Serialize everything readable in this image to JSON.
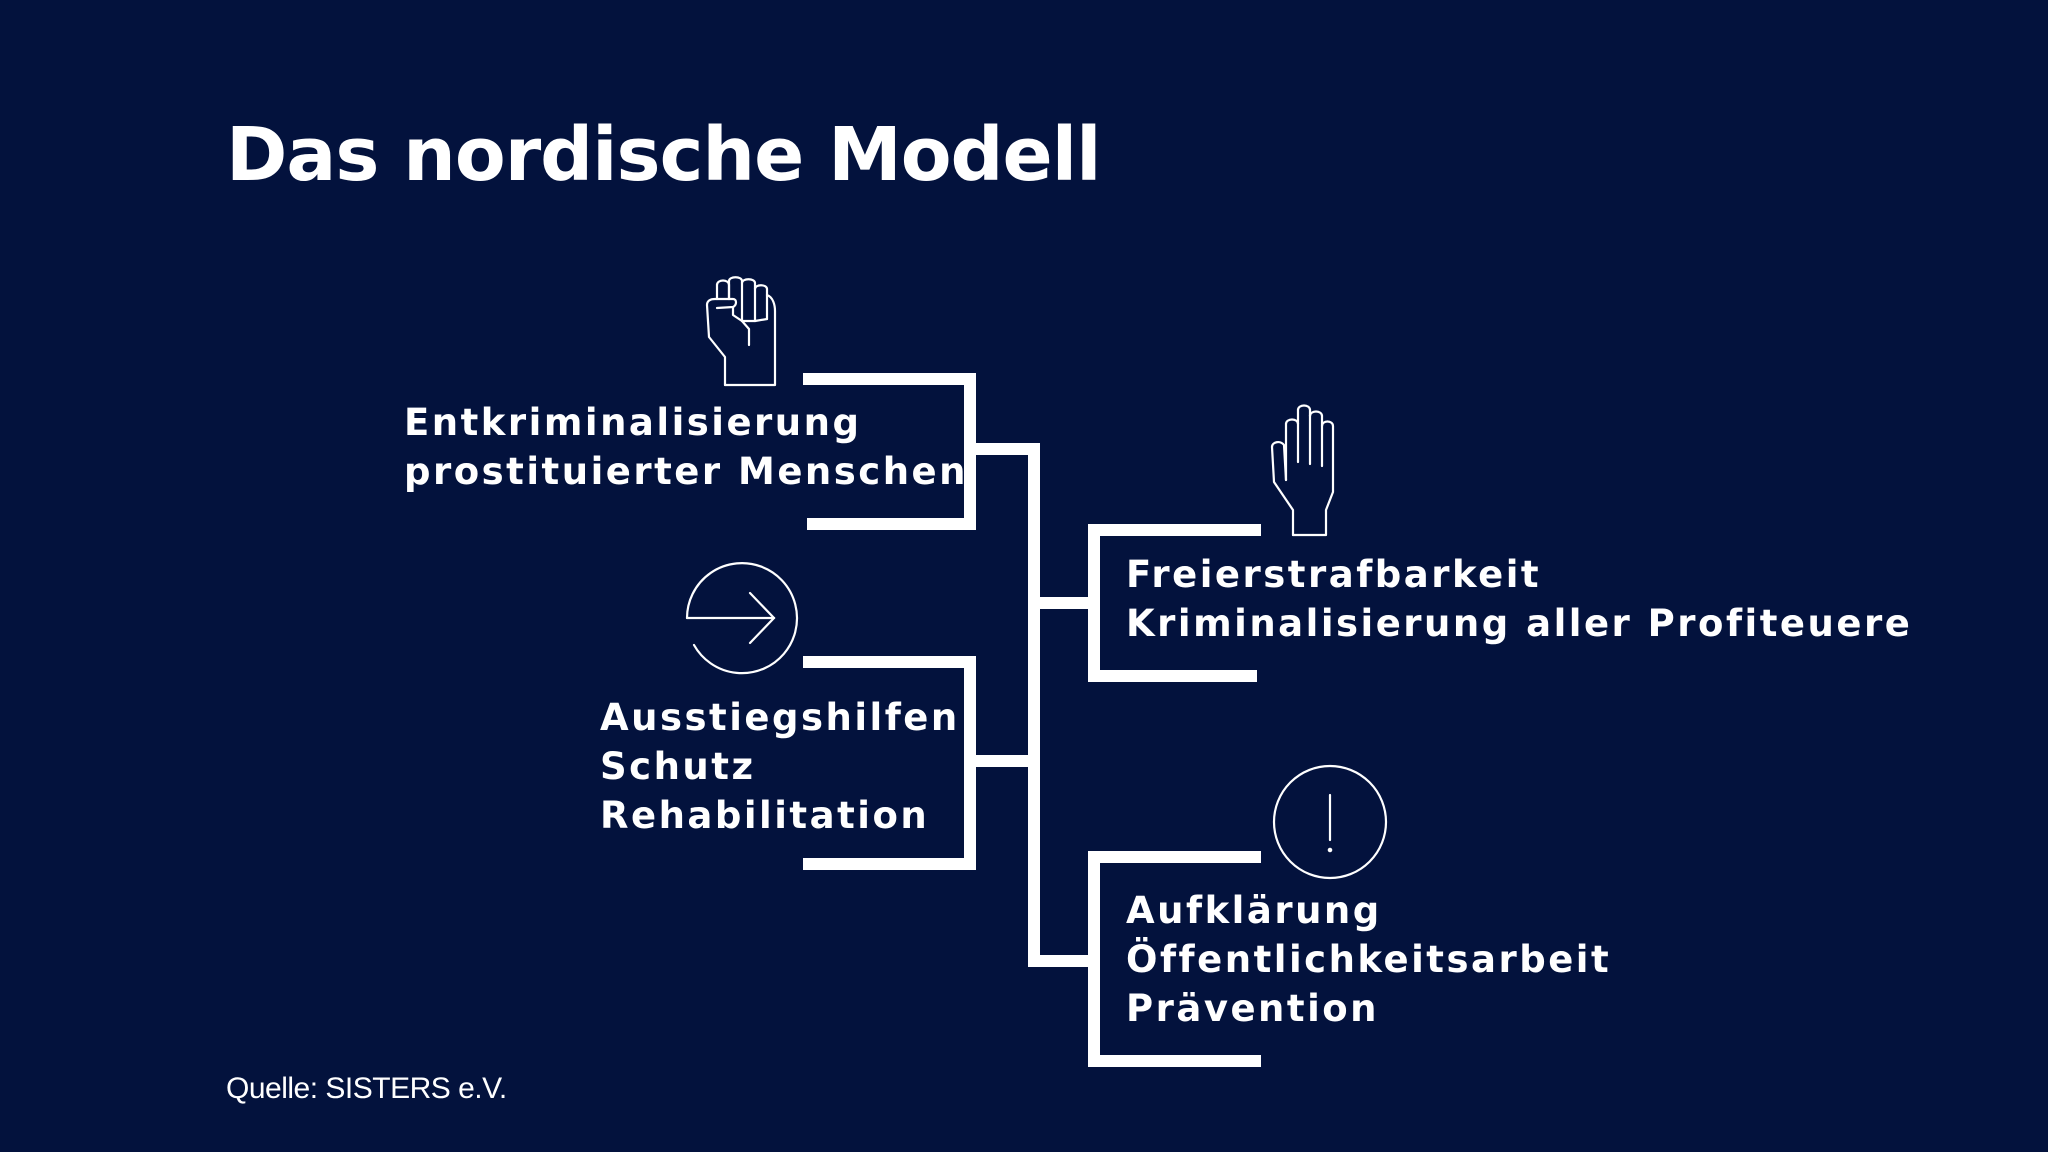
{
  "title": "Das nordische Modell",
  "nodes": [
    {
      "id": "decriminalization",
      "icon": "raised-fist-icon",
      "lines": [
        "Entkriminalisierung",
        "prostituierter Menschen"
      ]
    },
    {
      "id": "exit-support",
      "icon": "arrow-circle-right-icon",
      "lines": [
        "Ausstiegshilfen",
        "Schutz",
        "Rehabilitation"
      ]
    },
    {
      "id": "buyer-punishment",
      "icon": "raised-hand-stop-icon",
      "lines": [
        "Freierstrafbarkeit",
        "Kriminalisierung aller Profiteuere"
      ]
    },
    {
      "id": "education",
      "icon": "exclamation-circle-icon",
      "lines": [
        "Aufklärung",
        "Öffentlichkeitsarbeit",
        "Prävention"
      ]
    }
  ],
  "source": "Quelle: SISTERS e.V.",
  "colors": {
    "background": "#03123d",
    "foreground": "#ffffff"
  }
}
